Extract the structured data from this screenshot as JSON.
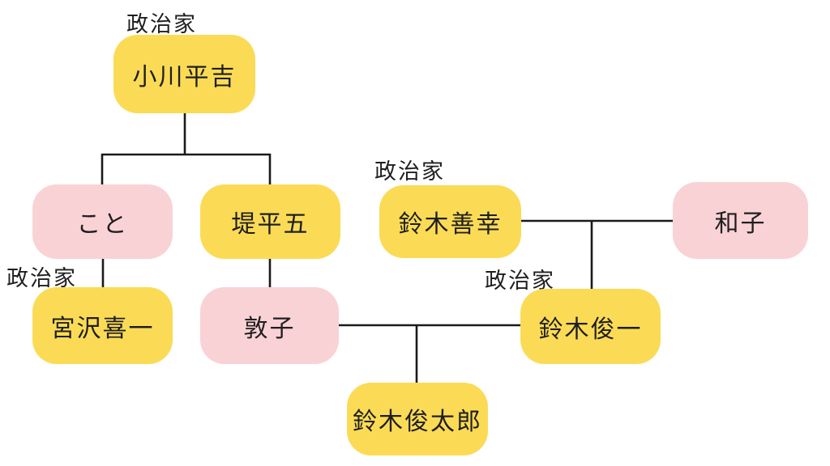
{
  "diagram": {
    "type": "family-tree",
    "occupation_label": "政治家",
    "nodes": [
      {
        "id": "ogawa-heikichi",
        "label": "小川平吉",
        "color": "yellow",
        "tag": "政治家"
      },
      {
        "id": "koto",
        "label": "こと",
        "color": "pink",
        "tag": ""
      },
      {
        "id": "tsutsumi-heigo",
        "label": "堤平五",
        "color": "yellow",
        "tag": ""
      },
      {
        "id": "suzuki-zenko",
        "label": "鈴木善幸",
        "color": "yellow",
        "tag": "政治家"
      },
      {
        "id": "kazuko",
        "label": "和子",
        "color": "pink",
        "tag": ""
      },
      {
        "id": "miyazawa-kiichi",
        "label": "宮沢喜一",
        "color": "yellow",
        "tag": "政治家"
      },
      {
        "id": "atsuko",
        "label": "敦子",
        "color": "pink",
        "tag": ""
      },
      {
        "id": "suzuki-shunichi",
        "label": "鈴木俊一",
        "color": "yellow",
        "tag": "政治家"
      },
      {
        "id": "suzuki-shuntaro",
        "label": "鈴木俊太郎",
        "color": "yellow",
        "tag": ""
      }
    ],
    "relationships": [
      "小川平吉 is parent of こと and 堤平五",
      "こと connects to 宮沢喜一",
      "堤平五 connects to 敦子",
      "鈴木善幸 and 和子 are a couple whose child is 鈴木俊一",
      "敦子 and 鈴木俊一 are a couple whose child is 鈴木俊太郎"
    ]
  },
  "colors": {
    "yellow_box": "#FBDB56",
    "pink_box": "#F9D2D6",
    "line_color": "#1A1A1A",
    "text_color": "#1F1F1F",
    "background": "#FFFFFF"
  }
}
